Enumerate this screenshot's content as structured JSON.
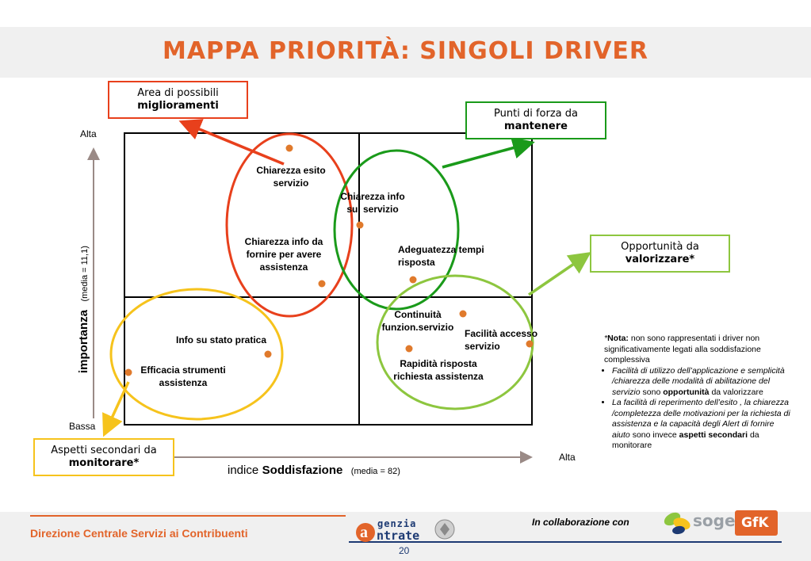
{
  "title": "MAPPA PRIORITÀ: SINGOLI DRIVER",
  "boxes": {
    "improve": {
      "line1": "Area di possibili",
      "line2": "miglioramenti",
      "color": "#e8401c"
    },
    "strengths": {
      "line1": "Punti di forza da",
      "line2": "mantenere",
      "color": "#1a9a1a"
    },
    "opportunity": {
      "line1": "Opportunità da",
      "line2": "valorizzare*",
      "color": "#8dc63f"
    },
    "secondary": {
      "line1": "Aspetti secondari da",
      "line2": "monitorare*",
      "color": "#f6c31c"
    }
  },
  "axes": {
    "y_high": "Alta",
    "y_low": "Bassa",
    "y_label": "importanza",
    "y_sub": "(media = 11,1)",
    "x_label_pre": "indice",
    "x_label_bold": "Soddisfazione",
    "x_sub": "(media = 82)",
    "x_high": "Alta"
  },
  "drivers": [
    {
      "key": "chiarezza_esito",
      "line1": "Chiarezza esito",
      "line2": "servizio"
    },
    {
      "key": "chiarezza_info_servizio",
      "line1": "Chiarezza info",
      "line2": "sul servizio"
    },
    {
      "key": "chiarezza_info_fornire",
      "line1": "Chiarezza info da",
      "line2": "fornire per avere",
      "line3": "assistenza"
    },
    {
      "key": "adeguatezza",
      "line1": "Adeguatezza tempi",
      "line2": "risposta"
    },
    {
      "key": "continuita",
      "line1": "Continuità",
      "line2": "funzion.servizio"
    },
    {
      "key": "facilita_accesso",
      "line1": "Facilità accesso",
      "line2": "servizio"
    },
    {
      "key": "rapidita",
      "line1": "Rapidità risposta",
      "line2": "richiesta assistenza"
    },
    {
      "key": "info_stato",
      "line1": "Info su stato pratica"
    },
    {
      "key": "efficacia",
      "line1": "Efficacia strumenti",
      "line2": "assistenza"
    }
  ],
  "note": {
    "head_star": "*",
    "head_bold": "Nota:",
    "head_text": " non sono rappresentati i driver non significativamente legati alla soddisfazione complessiva",
    "b1_italic": "Facilità di utilizzo dell’applicazione e semplicità /chiarezza delle modalità di abilitazione del servizio",
    "b1_mid": " sono ",
    "b1_bold": "opportunità",
    "b1_end": " da valorizzare",
    "b2_italic": "La facilità  di reperimento dell’esito , la chiarezza /completezza delle motivazioni per la richiesta di assistenza e la capacità degli Alert di fornire aiuto",
    "b2_mid": " sono invece ",
    "b2_bold": "aspetti secondari",
    "b2_end": " da monitorare"
  },
  "footer": {
    "left": "Direzione Centrale Servizi ai Contribuenti",
    "collab": "In collaborazione con",
    "page": "20",
    "ae_logo_text_1": "genzia",
    "ae_logo_text_2": "ntrate",
    "sogei": "sogei",
    "gfk": "GfK"
  },
  "colors": {
    "accent": "#e2642a",
    "dot": "#e07a2c",
    "red": "#e8401c",
    "green": "#1a9a1a",
    "lime": "#8dc63f",
    "yellow": "#f6c31c",
    "axis": "#9a8a86",
    "navy": "#1d3a73"
  }
}
